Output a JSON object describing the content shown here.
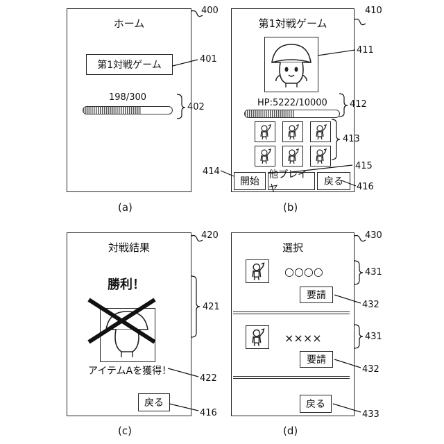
{
  "refs": {
    "r400": "400",
    "r401": "401",
    "r402": "402",
    "r410": "410",
    "r411": "411",
    "r412": "412",
    "r413": "413",
    "r414": "414",
    "r415": "415",
    "r416b": "416",
    "r420": "420",
    "r421": "421",
    "r422": "422",
    "r416c": "416",
    "r430": "430",
    "r431a": "431",
    "r432a": "432",
    "r431b": "431",
    "r432b": "432",
    "r433": "433"
  },
  "captions": {
    "a": "(a)",
    "b": "(b)",
    "c": "(c)",
    "d": "(d)"
  },
  "panel_a": {
    "title": "ホーム",
    "battle_button": "第1対戦ゲーム",
    "progress_text": "198/300",
    "progress": {
      "current": 198,
      "max": 300
    }
  },
  "panel_b": {
    "title": "第1対戦ゲーム",
    "hp_text": "HP:5222/10000",
    "hp": {
      "current": 5222,
      "max": 10000
    },
    "start_button": "開始",
    "other_player_button": "他プレイヤ",
    "back_button": "戻る"
  },
  "panel_c": {
    "title": "対戦結果",
    "victory_text": "勝利！",
    "item_text": "アイテムAを獲得！",
    "back_button": "戻る"
  },
  "panel_d": {
    "title": "選択",
    "player1_name": "○○○○",
    "request1_button": "要請",
    "player2_name": "××××",
    "request2_button": "要請",
    "back_button": "戻る"
  }
}
